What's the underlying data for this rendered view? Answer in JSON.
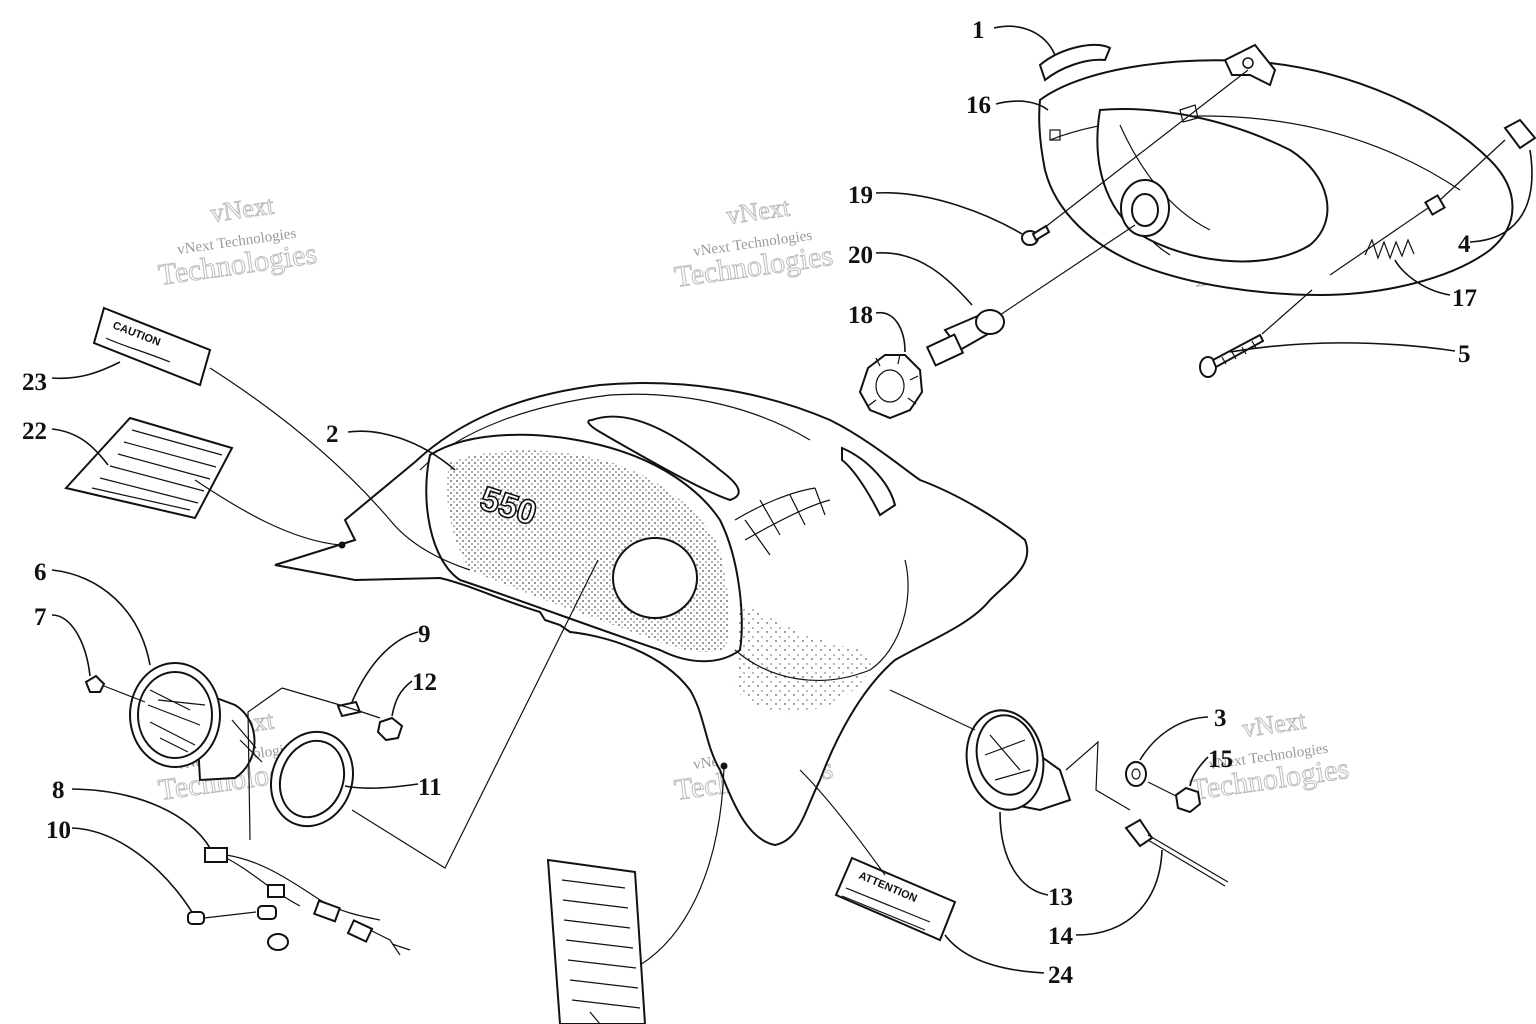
{
  "diagram": {
    "callouts": [
      "1",
      "2",
      "3",
      "4",
      "5",
      "6",
      "7",
      "8",
      "9",
      "10",
      "11",
      "12",
      "13",
      "14",
      "15",
      "16",
      "17",
      "18",
      "19",
      "20",
      "22",
      "23",
      "24"
    ],
    "hood_badge": "550",
    "decal_caution": "CAUTION",
    "decal_attention": "ATTENTION",
    "watermark_small": "vNext Technologies",
    "watermark_big_top": "vNext",
    "watermark_big_bottom": "Technologies"
  }
}
